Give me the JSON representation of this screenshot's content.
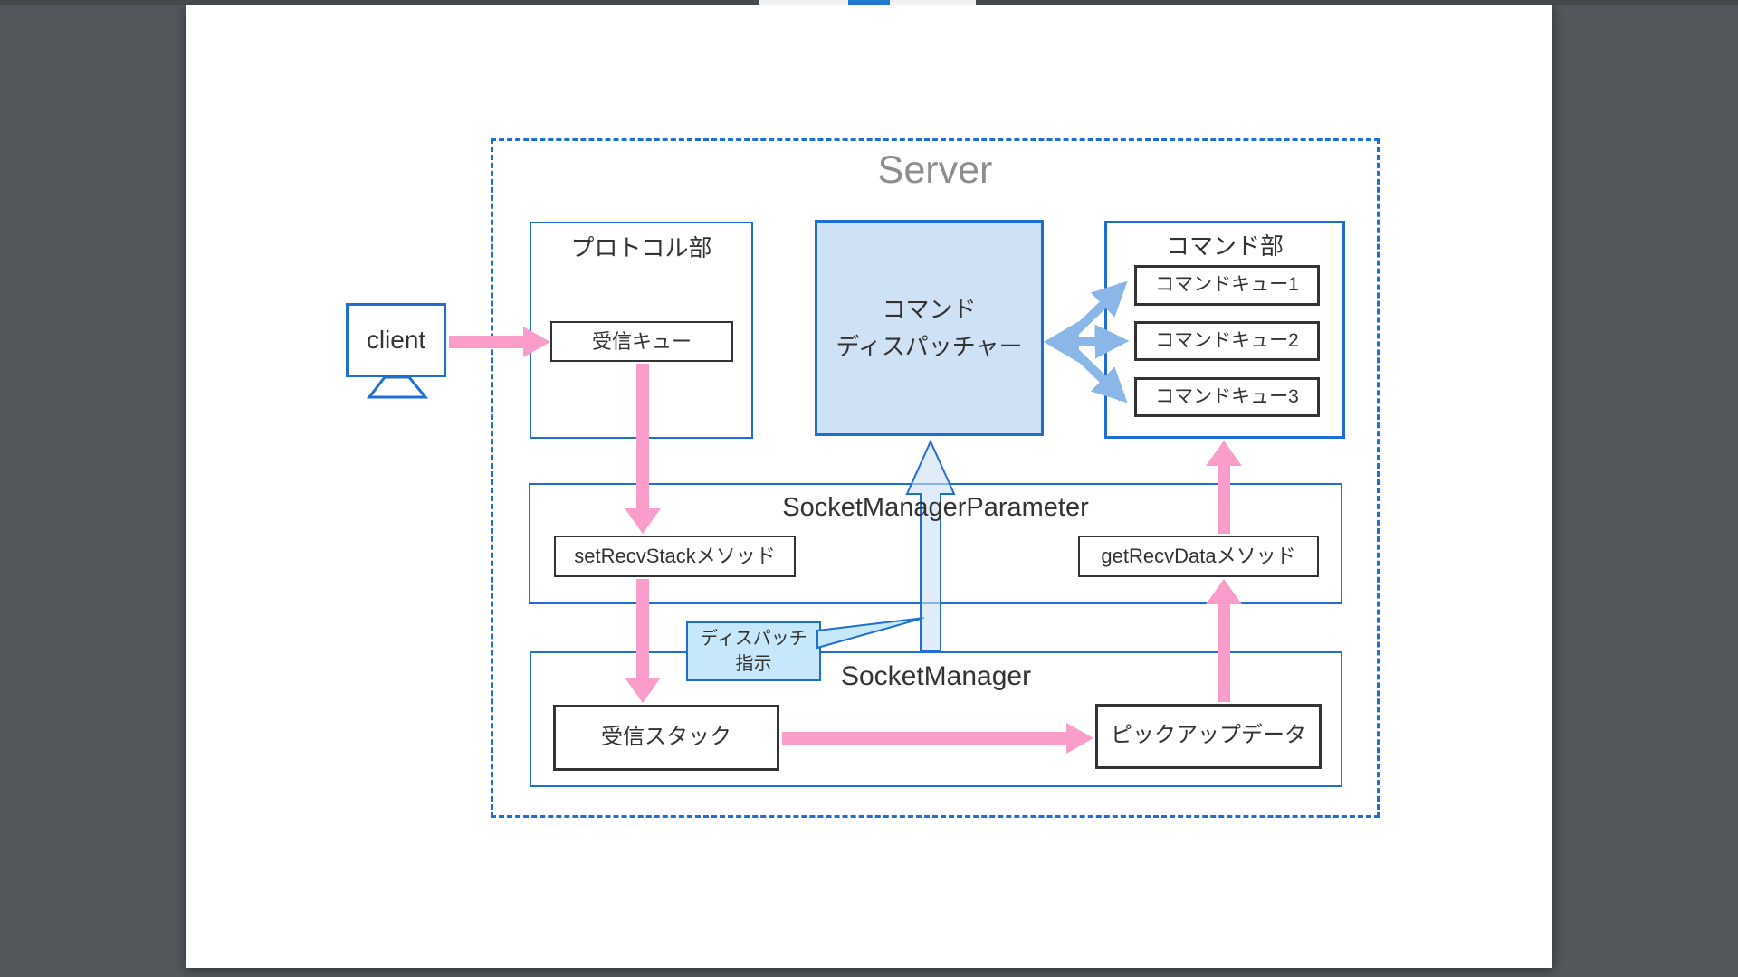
{
  "top_bar": {
    "bar_color": "#46494c",
    "track_color": "#f1f1f1",
    "indicator_color": "#1e78d0"
  },
  "diagram": {
    "server_label": "Server",
    "client_label": "client",
    "protocol": {
      "title": "プロトコル部",
      "recv_queue": "受信キュー"
    },
    "dispatcher": {
      "line1": "コマンド",
      "line2": "ディスパッチャー"
    },
    "command": {
      "title": "コマンド部",
      "queues": [
        "コマンドキュー1",
        "コマンドキュー2",
        "コマンドキュー3"
      ]
    },
    "smp": {
      "title": "SocketManagerParameter",
      "set_method": "setRecvStackメソッド",
      "get_method": "getRecvDataメソッド"
    },
    "sm": {
      "title": "SocketManager",
      "recv_stack": "受信スタック",
      "pickup_data": "ピックアップデータ"
    },
    "callout": {
      "line1": "ディスパッチ",
      "line2": "指示"
    },
    "colors": {
      "accent_blue": "#1f6fd2",
      "dispatcher_fill": "#cfe1f5",
      "callout_fill": "#c7e8fa",
      "arrow_pink": "#fb9dcb",
      "arrow_blue": "#8ab7e8",
      "page_white": "#ffffff",
      "canvas_gray": "#53575b",
      "server_label_gray": "#8e8e8e",
      "box_border_dark": "#333333"
    }
  }
}
